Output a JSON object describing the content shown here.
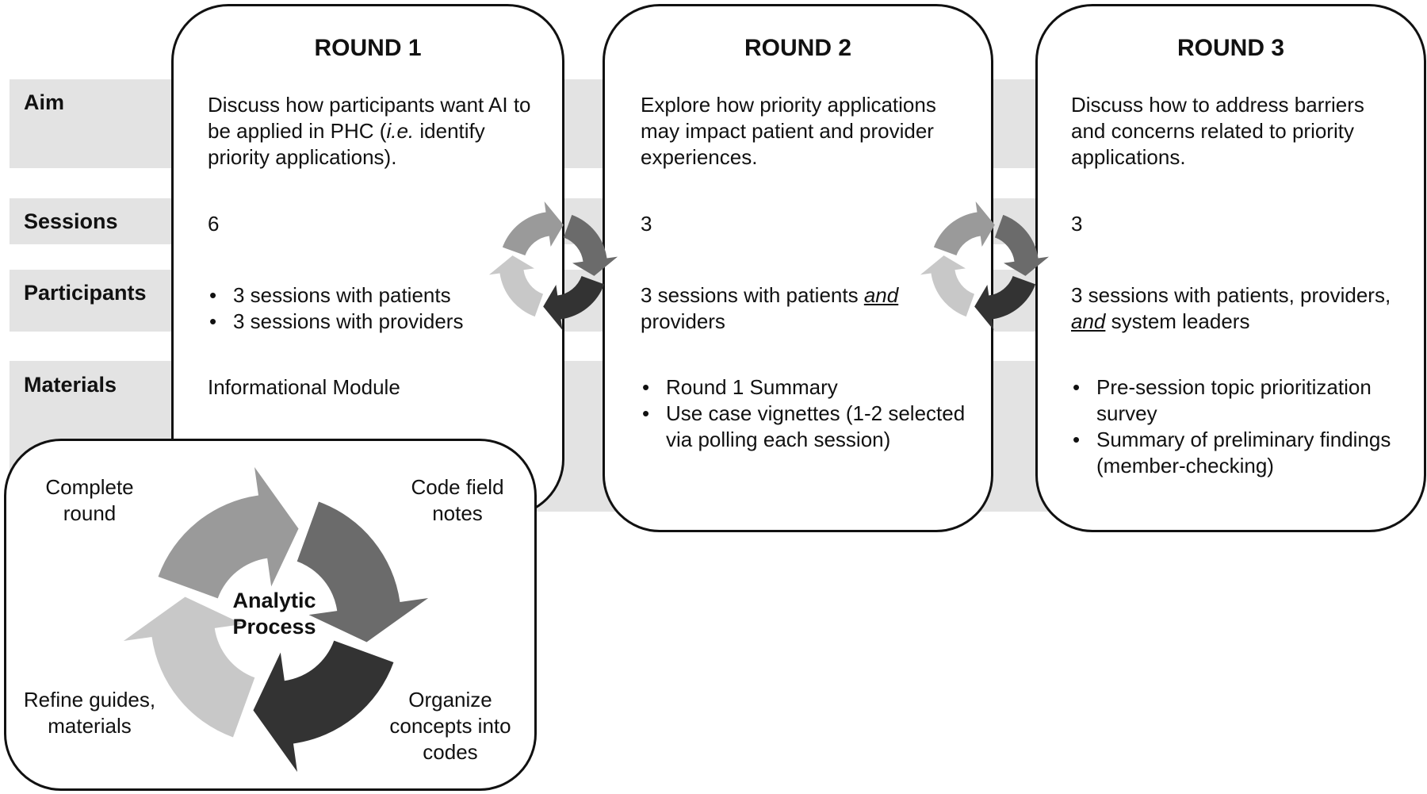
{
  "rows": {
    "aim": "Aim",
    "sessions": "Sessions",
    "participants": "Participants",
    "materials": "Materials"
  },
  "round1": {
    "title": "ROUND 1",
    "aim_pre": "Discuss how participants want AI to be applied in PHC (",
    "aim_ital": "i.e.",
    "aim_post": " identify priority applications).",
    "sessions": "6",
    "participants": [
      "3 sessions with patients",
      "3 sessions with providers"
    ],
    "materials": "Informational Module"
  },
  "round2": {
    "title": "ROUND 2",
    "aim": "Explore how priority applications may impact patient and provider experiences.",
    "sessions": "3",
    "participants_pre": "3 sessions with patients ",
    "participants_and": "and",
    "participants_post": " providers",
    "materials": [
      "Round 1 Summary",
      "Use case vignettes (1-2 selected via polling each session)"
    ]
  },
  "round3": {
    "title": "ROUND 3",
    "aim": "Discuss how to address barriers and concerns related to priority applications.",
    "sessions": "3",
    "participants_pre": "3 sessions with patients, providers, ",
    "participants_and": "and",
    "participants_post": " system leaders",
    "materials": [
      "Pre-session topic prioritization survey",
      "Summary of preliminary findings (member-checking)"
    ]
  },
  "analytic": {
    "center": "Analytic Process",
    "steps": {
      "top_right": "Code field notes",
      "bottom_right": "Organize concepts into codes",
      "bottom_left": "Refine guides, materials",
      "top_left": "Complete round"
    }
  },
  "colors": {
    "arrow_top": "#9a9a9a",
    "arrow_right": "#6b6b6b",
    "arrow_bottom": "#333333",
    "arrow_left": "#c8c8c8",
    "band": "#e3e3e3"
  }
}
